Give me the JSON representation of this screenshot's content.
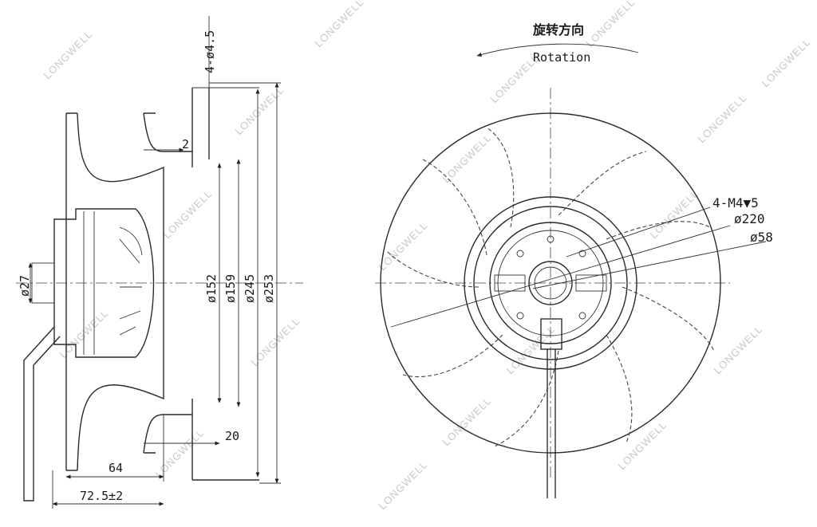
{
  "watermark": "LONGWELL",
  "rotation": {
    "label_cn": "旋转方向",
    "label_en": "Rotation"
  },
  "side_view": {
    "dims": {
      "holes": "4-ø4.5",
      "gap": "2",
      "d152": "ø152",
      "d159": "ø159",
      "d245": "ø245",
      "d253": "ø253",
      "d27": "ø27",
      "flange": "20",
      "depth64": "64",
      "depth_total": "72.5±2"
    }
  },
  "front_view": {
    "dims": {
      "screws": "4-M4▼5",
      "d220": "ø220",
      "d58": "ø58"
    }
  }
}
